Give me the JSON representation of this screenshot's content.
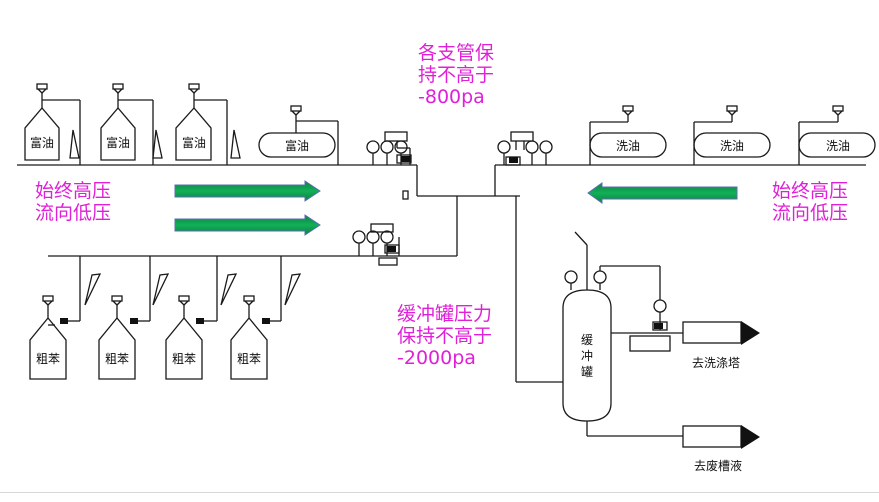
{
  "notes": {
    "branch_pressure": {
      "line1": "各支管保",
      "line2": "持不高于",
      "line3": "-800pa"
    },
    "buffer_pressure": {
      "line1": "缓冲罐压力",
      "line2": "保持不高于",
      "line3": "-2000pa"
    },
    "flow_left": {
      "line1": "始终高压",
      "line2": "流向低压"
    },
    "flow_right": {
      "line1": "始终高压",
      "line2": "流向低压"
    }
  },
  "tanks": {
    "rich_oil": [
      "富油",
      "富油",
      "富油"
    ],
    "rich_oil_horizontal": "富油",
    "wash_oil": [
      "洗油",
      "洗油",
      "洗油"
    ],
    "crude_benzene": [
      "粗苯",
      "粗苯",
      "粗苯",
      "粗苯"
    ],
    "buffer_tank": [
      "缓",
      "冲",
      "罐"
    ]
  },
  "outlets": {
    "to_scrubber": "去洗涤塔",
    "to_waste": "去废槽液"
  },
  "colors": {
    "arrow_fill": "#10a050",
    "arrow_edge": "#5a6fb0",
    "annotation": "#e020d8",
    "line": "#1a1a1a"
  }
}
